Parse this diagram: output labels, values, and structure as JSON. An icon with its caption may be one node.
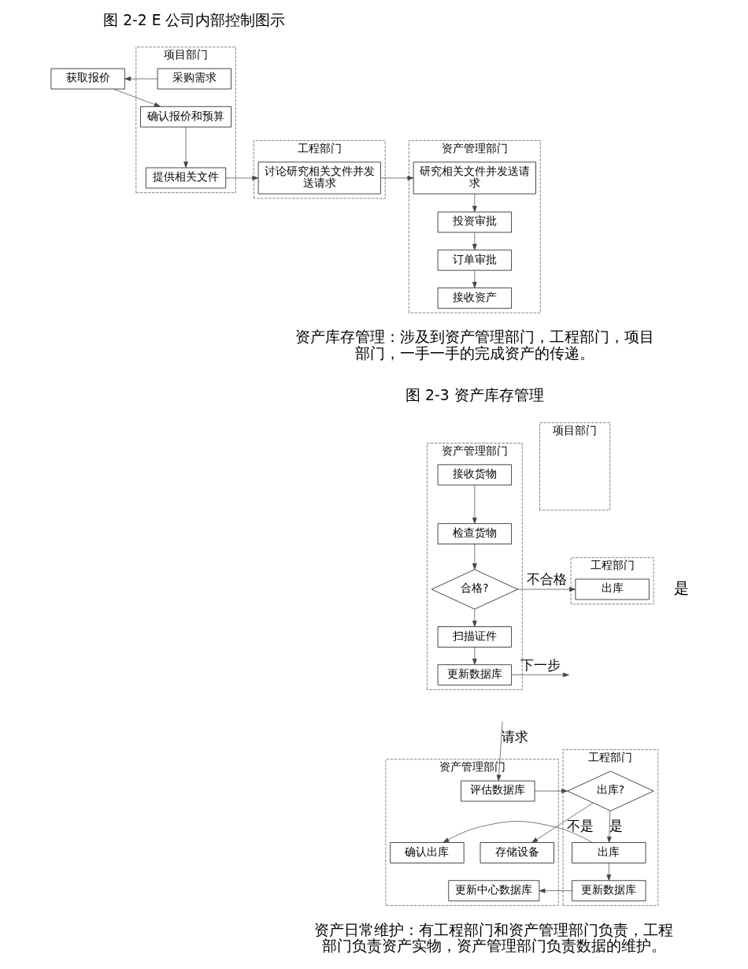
{
  "diagram": {
    "nodes": [
      {
        "text": [
          "项目部门"
        ]
      },
      {
        "text": [
          "工程部门"
        ]
      },
      {
        "text": [
          "资产管理部门"
        ]
      },
      {
        "text": [
          "采购需求"
        ],
        "in": 0
      },
      {
        "text": [
          "获取报价"
        ]
      },
      {
        "text": [
          "确认报价和预算"
        ],
        "in": 0
      },
      {
        "text": [
          "提供相关文件"
        ],
        "in": 0
      },
      {
        "text": [
          "讨论研究相关文件并发送请求"
        ],
        "in": 1
      },
      {
        "text": [
          "研究相关文件并发送请求"
        ],
        "in": 2
      },
      {
        "text": [
          "投资审批"
        ],
        "in": 2
      },
      {
        "text": [
          "订单审批"
        ],
        "in": 2
      },
      {
        "text": [
          "接收资产"
        ],
        "in": 2
      },
      {
        "text": [
          "资产管理部门"
        ]
      },
      {
        "text": [
          "工程部门"
        ]
      },
      {
        "text": [
          "项目部门"
        ]
      },
      {
        "text": [
          "接收货物"
        ],
        "in": 12
      },
      {
        "text": [
          "检查货物"
        ],
        "in": 12
      },
      {
        "text": [
          "合格?"
        ],
        "in": 12
      },
      {
        "text": [
          "出库"
        ],
        "in": 13
      },
      {
        "text": [
          "扫描证件"
        ],
        "in": 12
      },
      {
        "text": [
          "更新数据库"
        ],
        "in": 12
      },
      {
        "text": [
          "资产管理部门"
        ]
      },
      {
        "text": [
          "工程部门"
        ]
      },
      {
        "text": [
          "评估数据库"
        ],
        "in": 21
      },
      {
        "text": [
          "出库?"
        ],
        "in": 22
      },
      {
        "text": [
          "存储设备"
        ],
        "in": 21
      },
      {
        "text": [
          "确认出库"
        ],
        "in": 21
      },
      {
        "text": [
          "出库"
        ],
        "in": 22
      },
      {
        "text": [
          "更新数据库"
        ],
        "in": 22
      },
      {
        "text": [
          "更新中心数据库"
        ],
        "in": 21
      }
    ],
    "edges": [
      {
        "from": 3,
        "to": 4,
        "arrow": "to"
      },
      {
        "from": 4,
        "to": 5,
        "arrow": "to"
      },
      {
        "from": 5,
        "to": 6,
        "arrow": "to"
      },
      {
        "from": 6,
        "to": 7,
        "arrow": "to"
      },
      {
        "from": 7,
        "to": 8,
        "arrow": "to"
      },
      {
        "from": 8,
        "to": 9,
        "arrow": "to"
      },
      {
        "from": 9,
        "to": 10,
        "arrow": "to"
      },
      {
        "from": 10,
        "to": 11,
        "arrow": "to"
      },
      {
        "from": 15,
        "to": 16,
        "arrow": "to"
      },
      {
        "from": 16,
        "to": 17,
        "arrow": "to"
      },
      {
        "from": 17,
        "to": 18,
        "arrow": "to",
        "label": "不合格"
      },
      {
        "from": 17,
        "to": 19,
        "arrow": "to"
      },
      {
        "from": 19,
        "to": 20,
        "arrow": "to"
      },
      {
        "from": 20,
        "to": null,
        "arrow": "to",
        "label": "下一步"
      },
      {
        "from": null,
        "to": 23,
        "arrow": "to",
        "label": "请求"
      },
      {
        "from": 23,
        "to": 24,
        "arrow": "to"
      },
      {
        "from": 24,
        "to": 25,
        "arrow": "to",
        "label": "不是"
      },
      {
        "from": 24,
        "to": 27,
        "arrow": "to",
        "label": "是"
      },
      {
        "from": 27,
        "to": 26,
        "arrow": "to"
      },
      {
        "from": 27,
        "to": 28,
        "arrow": "to"
      },
      {
        "from": 28,
        "to": 29,
        "arrow": "to"
      }
    ],
    "labels": [
      "图 2-2 E 公司内部控制图示",
      "资产库存管理：涉及到资产管理部门，工程部门，项目部门，一手一手的完成资产的传递。",
      "图 2-3 资产库存管理",
      "是",
      "资产日常维护：有工程部门和资产管理部门负责，工程部门负责资产实物，资产管理部门负责数据的维护。"
    ]
  }
}
